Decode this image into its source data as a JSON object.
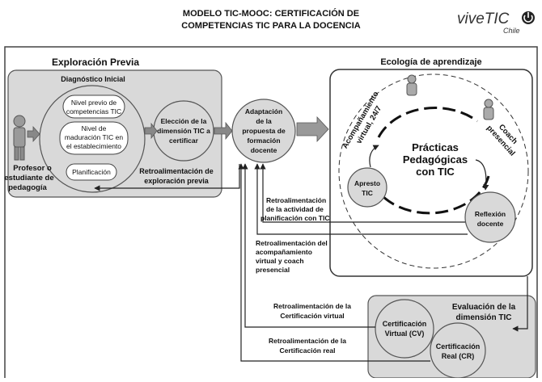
{
  "header": {
    "title_line1": "MODELO TIC-MOOC: CERTIFICACIÓN DE",
    "title_line2": "COMPETENCIAS TIC PARA LA DOCENCIA",
    "logo_text": "viveTIC",
    "logo_sub": "Chile"
  },
  "exploracion": {
    "title": "Exploración Previa",
    "subtitle": "Diagnóstico Inicial",
    "items": [
      "Nivel previo de",
      "competencias TIC",
      "Nivel de",
      "maduración TIC en",
      "el establecimiento",
      "Planificación"
    ],
    "eleccion": [
      "Elección de la",
      "dimensión TIC a",
      "certificar"
    ],
    "profesor": [
      "Profesor o",
      "estudiante de",
      "pedagogía"
    ],
    "feedback": [
      "Retroalimentación de",
      "exploración previa"
    ]
  },
  "adaptacion": [
    "Adaptación",
    "de la",
    "propuesta de",
    "formación",
    "docente"
  ],
  "ecologia": {
    "title": "Ecología de aprendizaje",
    "center": [
      "Prácticas",
      "Pedagógicas",
      "con TIC"
    ],
    "acompanamiento": [
      "Acompañamiento",
      "virtual, 24/7"
    ],
    "coach": [
      "Coach",
      "presencial"
    ],
    "apresto": [
      "Apresto",
      "TIC"
    ],
    "reflexion": [
      "Reflexión",
      "docente"
    ]
  },
  "feedbacks": {
    "planificacion": [
      "Retroalimentación",
      "de la actividad de",
      "planificación con TIC"
    ],
    "acompanamiento": [
      "Retroalimentación del",
      "acompañamiento",
      "virtual    y    coach",
      "presencial"
    ],
    "cert_virtual": [
      "Retroalimentación de la",
      "Certificación virtual"
    ],
    "cert_real": [
      "Retroalimentación de la",
      "Certificación real"
    ]
  },
  "evaluacion": {
    "title": [
      "Evaluación de la",
      "dimensión TIC"
    ],
    "virtual": [
      "Certificación",
      "Virtual (CV)"
    ],
    "real": [
      "Certificación",
      "Real (CR)"
    ]
  }
}
